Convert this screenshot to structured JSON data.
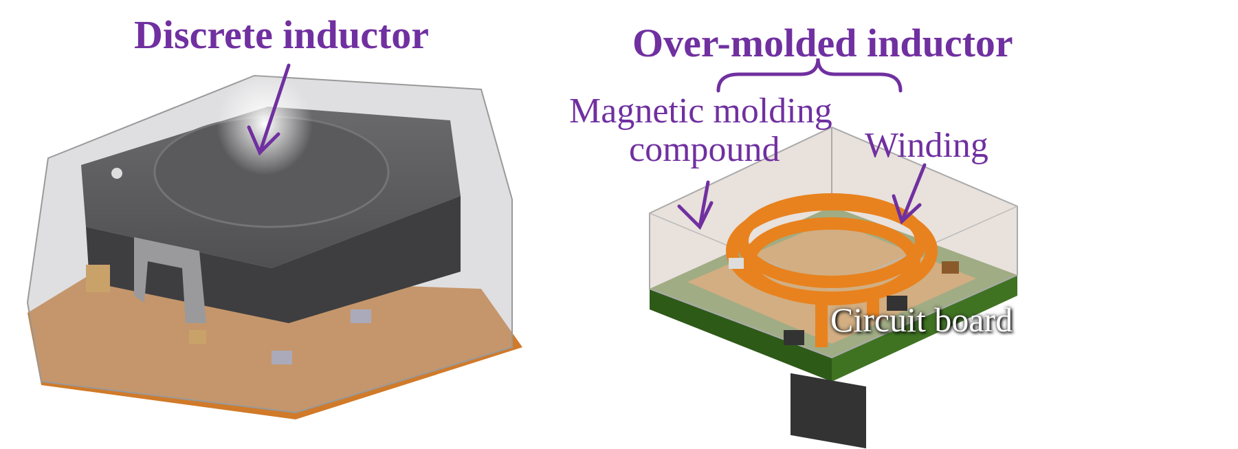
{
  "colors": {
    "accent": "#7030A0",
    "copper": "#D2741E",
    "board": "#3C6E1E",
    "core": "#4A4A4C",
    "mold": "#D8CCC4"
  },
  "left": {
    "title": "Discrete inductor"
  },
  "right": {
    "title": "Over-molded inductor",
    "molding_label_line1": "Magnetic molding",
    "molding_label_line2": "compound",
    "winding_label": "Winding",
    "board_label": "Circuit board"
  }
}
